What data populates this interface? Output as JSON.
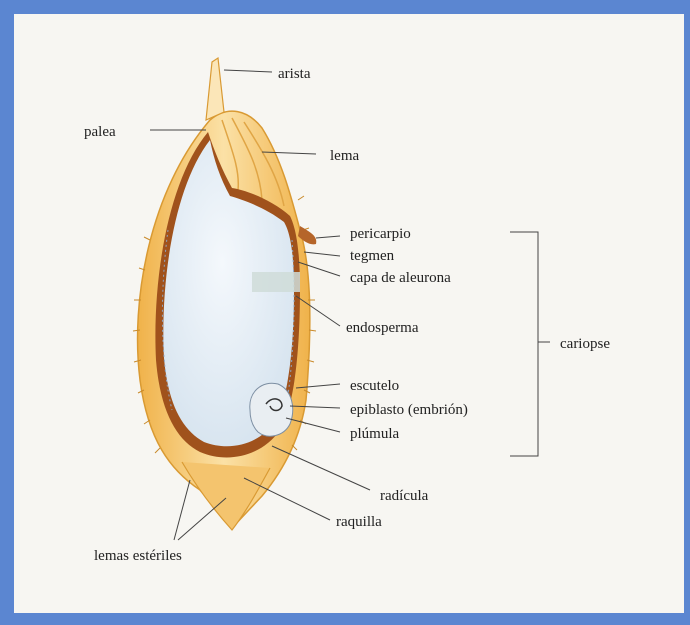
{
  "labels": {
    "arista": "arista",
    "palea": "palea",
    "lema": "lema",
    "pericarpio": "pericarpio",
    "tegmen": "tegmen",
    "capa_de_aleurona": "capa de aleurona",
    "endosperma": "endosperma",
    "cariopse": "cariopse",
    "escutelo": "escutelo",
    "epiblasto": "epiblasto (embrión)",
    "plumula": "plúmula",
    "radicula": "radícula",
    "raquilla": "raquilla",
    "lemas_esteriles": "lemas estériles"
  },
  "colors": {
    "frame": "#5b86d1",
    "husk": "#f3c26a",
    "husk_dark": "#c98a2a",
    "pericarp": "#a0521c",
    "endosperm": "#dfe9f3"
  }
}
